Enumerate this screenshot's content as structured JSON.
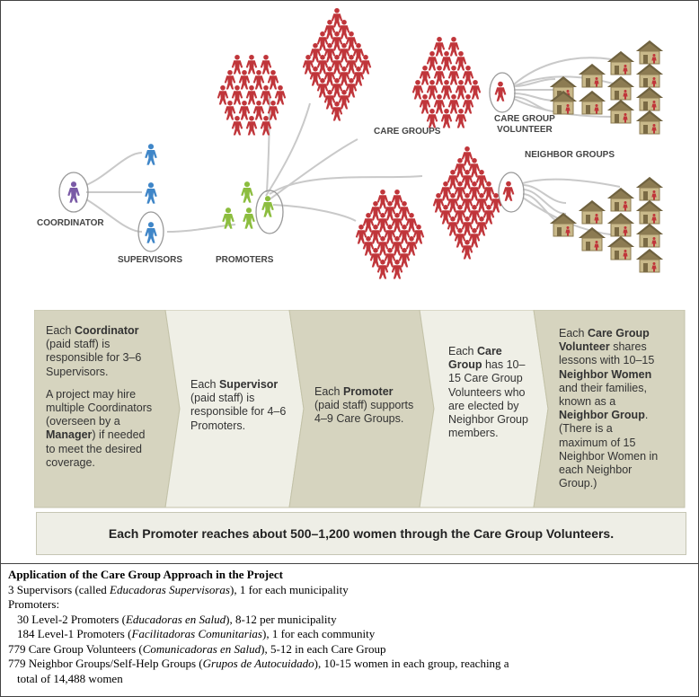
{
  "diagram": {
    "labels": {
      "coordinator": "COORDINATOR",
      "supervisors": "SUPERVISORS",
      "promoters": "PROMOTERS",
      "care_groups": "CARE GROUPS",
      "cg_volunteer_line1": "CARE GROUP",
      "cg_volunteer_line2": "VOLUNTEER",
      "neighbor_groups": "NEIGHBOR GROUPS"
    },
    "colors": {
      "coordinator": "#7a5aa6",
      "supervisor": "#3f86c8",
      "promoter": "#8cbd3f",
      "care_group": "#c0353a",
      "house_roof": "#8c7b52",
      "house_wall": "#c9b98a",
      "connector": "#c9c9c9"
    },
    "icons": [
      "person-icon",
      "hut-icon"
    ]
  },
  "flow": {
    "steps": [
      {
        "p1": [
          "Each ",
          {
            "b": "Coordinator"
          },
          " (paid staff) is responsible for 3–6 Supervisors."
        ],
        "p2": [
          "A project may hire multiple Coordinators (overseen by a ",
          {
            "b": "Manager"
          },
          ") if needed to meet the desired coverage."
        ]
      },
      {
        "p1": [
          "Each ",
          {
            "b": "Supervisor"
          },
          " (paid staff) is responsible for 4–6 Promoters."
        ]
      },
      {
        "p1": [
          "Each ",
          {
            "b": "Promoter"
          },
          " (paid staff) supports 4–9 Care Groups."
        ]
      },
      {
        "p1": [
          "Each ",
          {
            "b": "Care Group"
          },
          " has 10–15 Care Group Volunteers who are elected by Neighbor Group members."
        ]
      },
      {
        "p1": [
          "Each ",
          {
            "b": "Care Group Volunteer"
          },
          " shares lessons with 10–15 ",
          {
            "b": "Neighbor Women"
          },
          " and their families, known as a ",
          {
            "b": "Neighbor Group"
          },
          ". (There is a maximum of 15 Neighbor Women in each Neighbor Group.)"
        ]
      }
    ],
    "colors": {
      "dark": "#d6d4bf",
      "light": "#efefe6",
      "border": "#c3c2a8"
    },
    "summary": "Each Promoter reaches about 500–1,200 women through the Care Group Volunteers."
  },
  "application": {
    "title": "Application of the Care Group Approach in the Project",
    "lines": [
      {
        "indent": false,
        "parts": [
          "3 Supervisors (called ",
          {
            "i": "Educadoras Supervisoras"
          },
          "), 1 for each municipality"
        ]
      },
      {
        "indent": false,
        "parts": [
          "Promoters:"
        ]
      },
      {
        "indent": true,
        "parts": [
          "30 Level-2 Promoters (",
          {
            "i": "Educadoras en Salud"
          },
          "), 8-12 per municipality"
        ]
      },
      {
        "indent": true,
        "parts": [
          "184 Level-1 Promoters (",
          {
            "i": "Facilitadoras Comunitarias"
          },
          "), 1 for each community"
        ]
      },
      {
        "indent": false,
        "parts": [
          "779 Care Group Volunteers (",
          {
            "i": "Comunicadoras en Salud"
          },
          "), 5-12 in each Care Group"
        ]
      },
      {
        "indent": false,
        "parts": [
          "779 Neighbor Groups/Self-Help Groups (",
          {
            "i": "Grupos de Autocuidado"
          },
          "), 10-15 women in each group, reaching a"
        ]
      },
      {
        "indent": true,
        "parts": [
          "total of 14,488 women"
        ]
      }
    ]
  }
}
